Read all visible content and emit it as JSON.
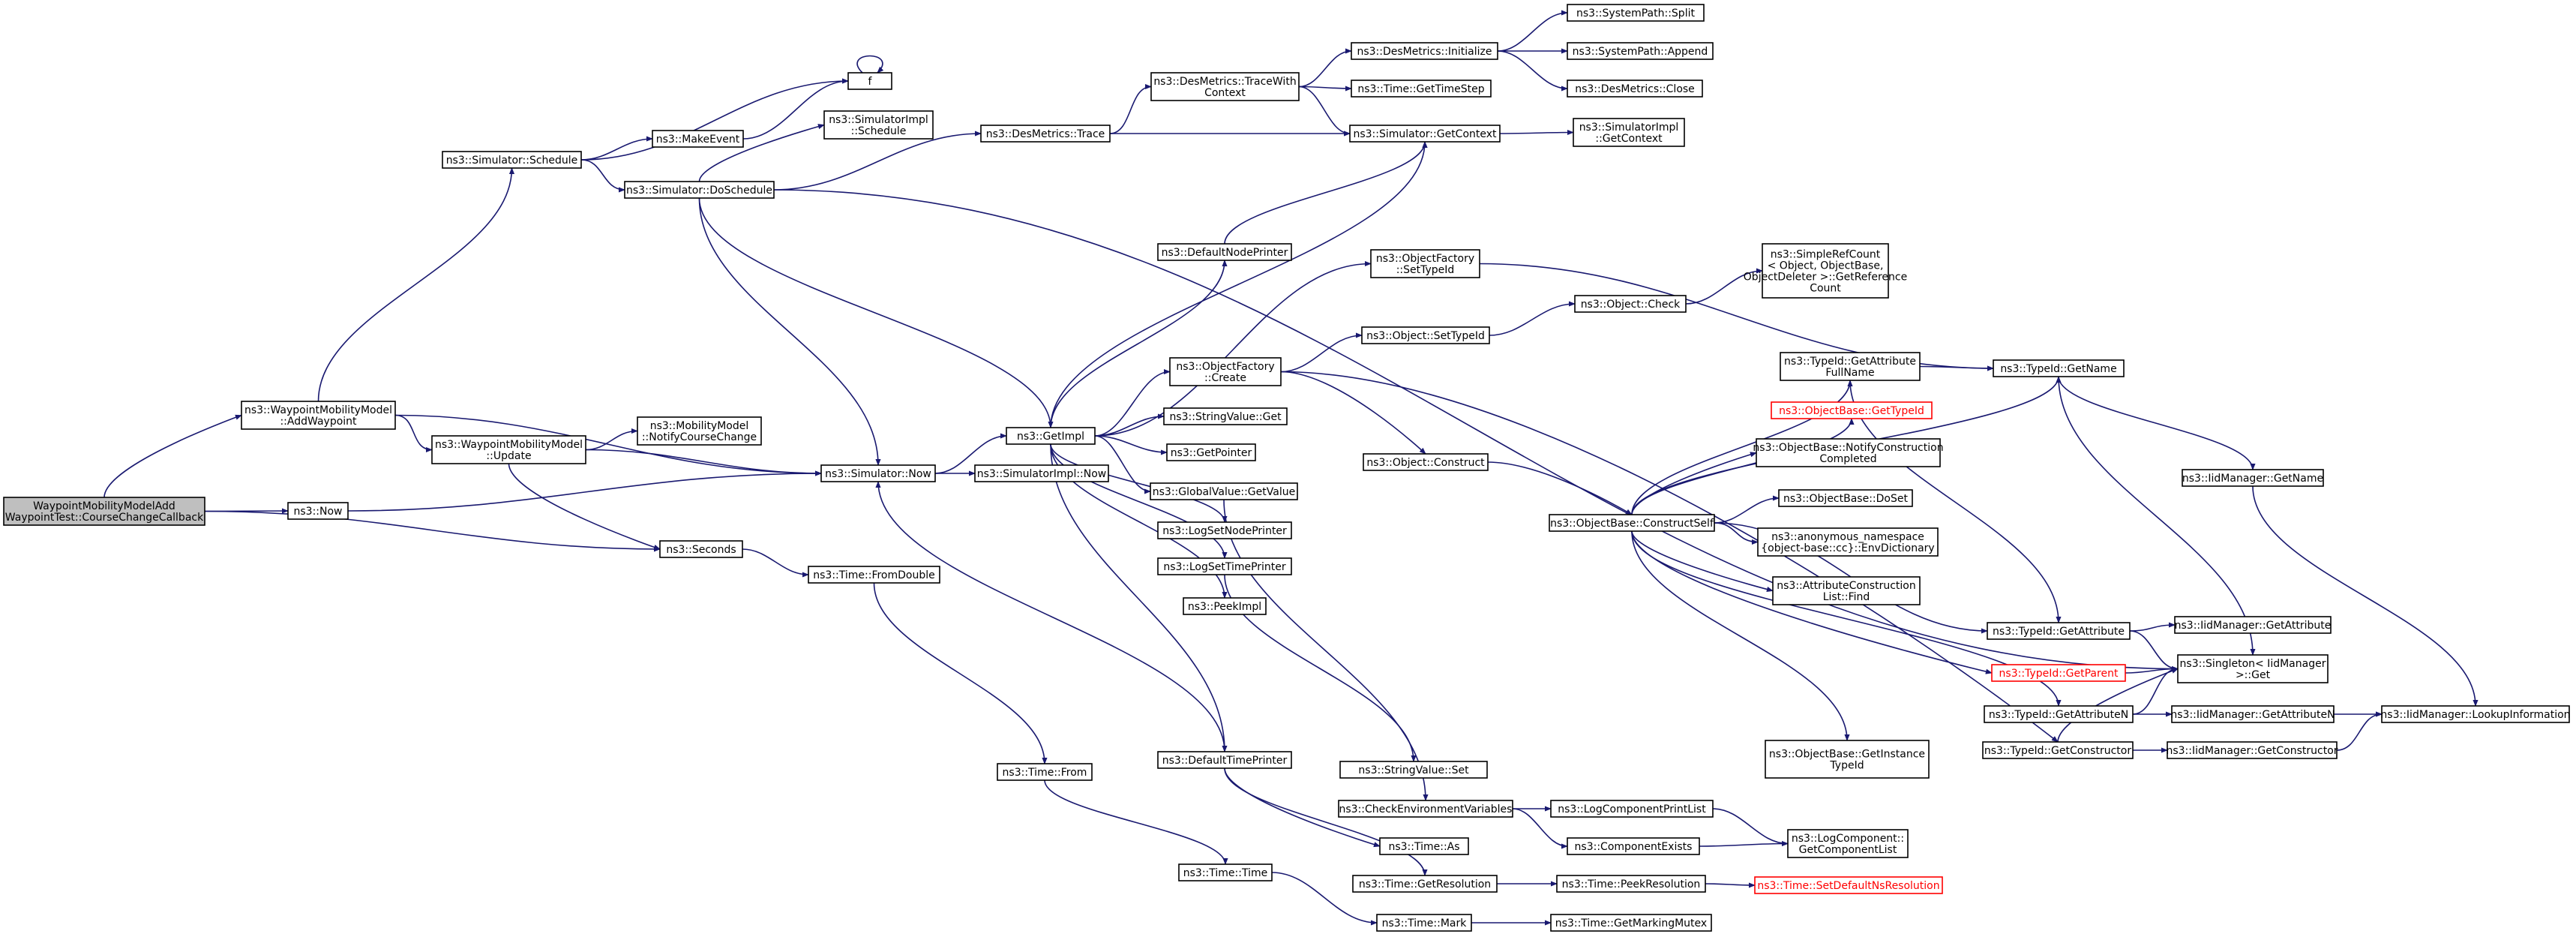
{
  "diagram": {
    "kind": "doxygen-call-graph",
    "edge_color": "#191970",
    "nodes": [
      {
        "id": "root",
        "lines": [
          "WaypointMobilityModelAdd",
          "WaypointTest::CourseChangeCallback"
        ],
        "style": "root"
      },
      {
        "id": "addWaypoint",
        "lines": [
          "ns3::WaypointMobilityModel",
          "::AddWaypoint"
        ]
      },
      {
        "id": "now",
        "lines": [
          "ns3::Now"
        ]
      },
      {
        "id": "seconds",
        "lines": [
          "ns3::Seconds"
        ]
      },
      {
        "id": "schedule",
        "lines": [
          "ns3::Simulator::Schedule"
        ]
      },
      {
        "id": "update",
        "lines": [
          "ns3::WaypointMobilityModel",
          "::Update"
        ]
      },
      {
        "id": "simNow",
        "lines": [
          "ns3::Simulator::Now"
        ]
      },
      {
        "id": "fParam",
        "lines": [
          "f"
        ]
      },
      {
        "id": "makeEvent",
        "lines": [
          "ns3::MakeEvent"
        ]
      },
      {
        "id": "doSchedule",
        "lines": [
          "ns3::Simulator::DoSchedule"
        ]
      },
      {
        "id": "notifyCourse",
        "lines": [
          "ns3::MobilityModel",
          "::NotifyCourseChange"
        ]
      },
      {
        "id": "fromDouble",
        "lines": [
          "ns3::Time::FromDouble"
        ]
      },
      {
        "id": "implSchedule",
        "lines": [
          "ns3::SimulatorImpl",
          "::Schedule"
        ]
      },
      {
        "id": "desTrace",
        "lines": [
          "ns3::DesMetrics::Trace"
        ]
      },
      {
        "id": "getImpl",
        "lines": [
          "ns3::GetImpl"
        ]
      },
      {
        "id": "implNow",
        "lines": [
          "ns3::SimulatorImpl::Now"
        ]
      },
      {
        "id": "timeFrom",
        "lines": [
          "ns3::Time::From"
        ]
      },
      {
        "id": "traceWithContext",
        "lines": [
          "ns3::DesMetrics::TraceWith",
          "Context"
        ]
      },
      {
        "id": "defaultNodePrinter",
        "lines": [
          "ns3::DefaultNodePrinter"
        ]
      },
      {
        "id": "objFactoryCreate",
        "lines": [
          "ns3::ObjectFactory",
          "::Create"
        ]
      },
      {
        "id": "stringValueGet",
        "lines": [
          "ns3::StringValue::Get"
        ]
      },
      {
        "id": "getPointer",
        "lines": [
          "ns3::GetPointer"
        ]
      },
      {
        "id": "globalValueGet",
        "lines": [
          "ns3::GlobalValue::GetValue"
        ]
      },
      {
        "id": "logSetNodePrinter",
        "lines": [
          "ns3::LogSetNodePrinter"
        ]
      },
      {
        "id": "logSetTimePrinter",
        "lines": [
          "ns3::LogSetTimePrinter"
        ]
      },
      {
        "id": "peekImpl",
        "lines": [
          "ns3::PeekImpl"
        ]
      },
      {
        "id": "defaultTimePrinter",
        "lines": [
          "ns3::DefaultTimePrinter"
        ]
      },
      {
        "id": "timeTime",
        "lines": [
          "ns3::Time::Time"
        ]
      },
      {
        "id": "desInit",
        "lines": [
          "ns3::DesMetrics::Initialize"
        ]
      },
      {
        "id": "getTimeStep",
        "lines": [
          "ns3::Time::GetTimeStep"
        ]
      },
      {
        "id": "simGetContext",
        "lines": [
          "ns3::Simulator::GetContext"
        ]
      },
      {
        "id": "objFactorySetTypeId",
        "lines": [
          "ns3::ObjectFactory",
          "::SetTypeId"
        ]
      },
      {
        "id": "objSetTypeId",
        "lines": [
          "ns3::Object::SetTypeId"
        ]
      },
      {
        "id": "objConstruct",
        "lines": [
          "ns3::Object::Construct"
        ]
      },
      {
        "id": "stringValueSet",
        "lines": [
          "ns3::StringValue::Set"
        ]
      },
      {
        "id": "checkEnv",
        "lines": [
          "ns3::CheckEnvironmentVariables"
        ]
      },
      {
        "id": "timeAs",
        "lines": [
          "ns3::Time::As"
        ]
      },
      {
        "id": "getResolution",
        "lines": [
          "ns3::Time::GetResolution"
        ]
      },
      {
        "id": "timeMark",
        "lines": [
          "ns3::Time::Mark"
        ]
      },
      {
        "id": "pathSplit",
        "lines": [
          "ns3::SystemPath::Split"
        ]
      },
      {
        "id": "pathAppend",
        "lines": [
          "ns3::SystemPath::Append"
        ]
      },
      {
        "id": "desClose",
        "lines": [
          "ns3::DesMetrics::Close"
        ]
      },
      {
        "id": "implGetContext",
        "lines": [
          "ns3::SimulatorImpl",
          "::GetContext"
        ]
      },
      {
        "id": "objCheck",
        "lines": [
          "ns3::Object::Check"
        ]
      },
      {
        "id": "constructSelf",
        "lines": [
          "ns3::ObjectBase::ConstructSelf"
        ]
      },
      {
        "id": "logCompPrintList",
        "lines": [
          "ns3::LogComponentPrintList"
        ]
      },
      {
        "id": "componentExists",
        "lines": [
          "ns3::ComponentExists"
        ]
      },
      {
        "id": "peekResolution",
        "lines": [
          "ns3::Time::PeekResolution"
        ]
      },
      {
        "id": "getMarkingMutex",
        "lines": [
          "ns3::Time::GetMarkingMutex"
        ]
      },
      {
        "id": "simpleRefCount",
        "lines": [
          "ns3::SimpleRefCount",
          "< Object, ObjectBase,",
          "ObjectDeleter >::GetReference",
          "Count"
        ]
      },
      {
        "id": "getAttrFullName",
        "lines": [
          "ns3::TypeId::GetAttribute",
          "FullName"
        ]
      },
      {
        "id": "objBaseGetTypeId",
        "lines": [
          "ns3::ObjectBase::GetTypeId"
        ],
        "style": "red"
      },
      {
        "id": "notifyConstruction",
        "lines": [
          "ns3::ObjectBase::NotifyConstruction",
          "Completed"
        ]
      },
      {
        "id": "doSet",
        "lines": [
          "ns3::ObjectBase::DoSet"
        ]
      },
      {
        "id": "envDictionary",
        "lines": [
          "ns3::anonymous_namespace",
          "{object-base::cc}::EnvDictionary"
        ]
      },
      {
        "id": "attrConstructionFind",
        "lines": [
          "ns3::AttributeConstruction",
          "List::Find"
        ]
      },
      {
        "id": "getInstanceTypeId",
        "lines": [
          "ns3::ObjectBase::GetInstance",
          "TypeId"
        ]
      },
      {
        "id": "getComponentList",
        "lines": [
          "ns3::LogComponent::",
          "GetComponentList"
        ]
      },
      {
        "id": "setDefaultNsRes",
        "lines": [
          "ns3::Time::SetDefaultNsResolution"
        ],
        "style": "red"
      },
      {
        "id": "typeIdGetName",
        "lines": [
          "ns3::TypeId::GetName"
        ]
      },
      {
        "id": "typeIdGetAttribute",
        "lines": [
          "ns3::TypeId::GetAttribute"
        ]
      },
      {
        "id": "typeIdGetParent",
        "lines": [
          "ns3::TypeId::GetParent"
        ],
        "style": "red"
      },
      {
        "id": "typeIdGetAttributeN",
        "lines": [
          "ns3::TypeId::GetAttributeN"
        ]
      },
      {
        "id": "typeIdGetConstructor",
        "lines": [
          "ns3::TypeId::GetConstructor"
        ]
      },
      {
        "id": "iidGetName",
        "lines": [
          "ns3::IidManager::GetName"
        ]
      },
      {
        "id": "iidGetAttribute",
        "lines": [
          "ns3::IidManager::GetAttribute"
        ]
      },
      {
        "id": "singletonGet",
        "lines": [
          "ns3::Singleton< IidManager",
          ">::Get"
        ]
      },
      {
        "id": "iidGetAttributeN",
        "lines": [
          "ns3::IidManager::GetAttributeN"
        ]
      },
      {
        "id": "iidGetConstructor",
        "lines": [
          "ns3::IidManager::GetConstructor"
        ]
      },
      {
        "id": "lookupInfo",
        "lines": [
          "ns3::IidManager::LookupInformation"
        ]
      }
    ],
    "edges": [
      [
        "root",
        "addWaypoint"
      ],
      [
        "root",
        "now"
      ],
      [
        "root",
        "seconds"
      ],
      [
        "addWaypoint",
        "schedule"
      ],
      [
        "addWaypoint",
        "update"
      ],
      [
        "addWaypoint",
        "simNow"
      ],
      [
        "now",
        "simNow"
      ],
      [
        "seconds",
        "fromDouble"
      ],
      [
        "schedule",
        "fParam"
      ],
      [
        "schedule",
        "makeEvent"
      ],
      [
        "schedule",
        "doSchedule"
      ],
      [
        "update",
        "notifyCourse"
      ],
      [
        "update",
        "simNow"
      ],
      [
        "update",
        "seconds"
      ],
      [
        "simNow",
        "getImpl"
      ],
      [
        "simNow",
        "implNow"
      ],
      [
        "fParam",
        "fParam"
      ],
      [
        "makeEvent",
        "fParam"
      ],
      [
        "doSchedule",
        "implSchedule"
      ],
      [
        "doSchedule",
        "desTrace"
      ],
      [
        "doSchedule",
        "getImpl"
      ],
      [
        "doSchedule",
        "simNow"
      ],
      [
        "doSchedule",
        "singletonGet"
      ],
      [
        "fromDouble",
        "timeFrom"
      ],
      [
        "desTrace",
        "traceWithContext"
      ],
      [
        "desTrace",
        "simGetContext"
      ],
      [
        "getImpl",
        "defaultNodePrinter"
      ],
      [
        "getImpl",
        "objFactoryCreate"
      ],
      [
        "getImpl",
        "stringValueGet"
      ],
      [
        "getImpl",
        "getPointer"
      ],
      [
        "getImpl",
        "globalValueGet"
      ],
      [
        "getImpl",
        "logSetNodePrinter"
      ],
      [
        "getImpl",
        "logSetTimePrinter"
      ],
      [
        "getImpl",
        "peekImpl"
      ],
      [
        "getImpl",
        "defaultTimePrinter"
      ],
      [
        "getImpl",
        "simGetContext"
      ],
      [
        "getImpl",
        "objFactorySetTypeId"
      ],
      [
        "timeFrom",
        "timeTime"
      ],
      [
        "traceWithContext",
        "desInit"
      ],
      [
        "traceWithContext",
        "getTimeStep"
      ],
      [
        "traceWithContext",
        "simGetContext"
      ],
      [
        "defaultNodePrinter",
        "simGetContext"
      ],
      [
        "objFactoryCreate",
        "objSetTypeId"
      ],
      [
        "objFactoryCreate",
        "objConstruct"
      ],
      [
        "objFactoryCreate",
        "typeIdGetConstructor"
      ],
      [
        "globalValueGet",
        "checkEnv"
      ],
      [
        "logSetTimePrinter",
        "stringValueSet"
      ],
      [
        "defaultTimePrinter",
        "simNow"
      ],
      [
        "defaultTimePrinter",
        "timeAs"
      ],
      [
        "defaultTimePrinter",
        "getResolution"
      ],
      [
        "timeTime",
        "timeMark"
      ],
      [
        "desInit",
        "pathSplit"
      ],
      [
        "desInit",
        "pathAppend"
      ],
      [
        "desInit",
        "desClose"
      ],
      [
        "simGetContext",
        "implGetContext"
      ],
      [
        "objFactorySetTypeId",
        "typeIdGetName"
      ],
      [
        "objSetTypeId",
        "objCheck"
      ],
      [
        "objConstruct",
        "constructSelf"
      ],
      [
        "checkEnv",
        "logCompPrintList"
      ],
      [
        "checkEnv",
        "componentExists"
      ],
      [
        "getResolution",
        "peekResolution"
      ],
      [
        "timeMark",
        "getMarkingMutex"
      ],
      [
        "objCheck",
        "simpleRefCount"
      ],
      [
        "constructSelf",
        "getAttrFullName"
      ],
      [
        "constructSelf",
        "objBaseGetTypeId"
      ],
      [
        "constructSelf",
        "notifyConstruction"
      ],
      [
        "constructSelf",
        "doSet"
      ],
      [
        "constructSelf",
        "envDictionary"
      ],
      [
        "constructSelf",
        "attrConstructionFind"
      ],
      [
        "constructSelf",
        "getInstanceTypeId"
      ],
      [
        "constructSelf",
        "typeIdGetName"
      ],
      [
        "constructSelf",
        "typeIdGetAttribute"
      ],
      [
        "constructSelf",
        "typeIdGetParent"
      ],
      [
        "constructSelf",
        "typeIdGetAttributeN"
      ],
      [
        "logCompPrintList",
        "getComponentList"
      ],
      [
        "componentExists",
        "getComponentList"
      ],
      [
        "peekResolution",
        "setDefaultNsRes"
      ],
      [
        "getAttrFullName",
        "typeIdGetName"
      ],
      [
        "getAttrFullName",
        "typeIdGetAttribute"
      ],
      [
        "typeIdGetName",
        "iidGetName"
      ],
      [
        "typeIdGetName",
        "singletonGet"
      ],
      [
        "typeIdGetAttribute",
        "iidGetAttribute"
      ],
      [
        "typeIdGetAttribute",
        "singletonGet"
      ],
      [
        "typeIdGetParent",
        "singletonGet"
      ],
      [
        "typeIdGetAttributeN",
        "iidGetAttributeN"
      ],
      [
        "typeIdGetAttributeN",
        "singletonGet"
      ],
      [
        "typeIdGetConstructor",
        "iidGetConstructor"
      ],
      [
        "typeIdGetConstructor",
        "singletonGet"
      ],
      [
        "iidGetName",
        "lookupInfo"
      ],
      [
        "iidGetAttributeN",
        "lookupInfo"
      ],
      [
        "iidGetConstructor",
        "lookupInfo"
      ]
    ]
  }
}
